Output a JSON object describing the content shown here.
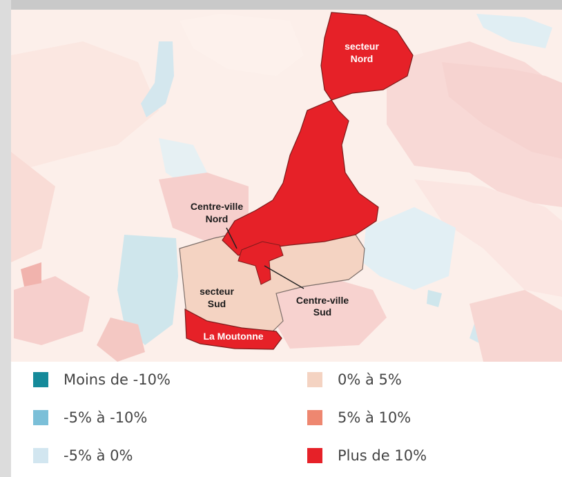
{
  "map": {
    "labels": {
      "secteur_nord": [
        "secteur",
        "Nord"
      ],
      "centre_ville_nord": [
        "Centre-ville",
        "Nord"
      ],
      "secteur_sud": [
        "secteur",
        "Sud"
      ],
      "centre_ville_sud": [
        "Centre-ville",
        "Sud"
      ],
      "la_moutonne": "La Moutonne"
    }
  },
  "legend": {
    "items": [
      {
        "label": "Moins de -10%",
        "color": "#158a9a"
      },
      {
        "label": "-5% à -10%",
        "color": "#7bbfd8"
      },
      {
        "label": "-5% à 0%",
        "color": "#d2e6f0"
      },
      {
        "label": "0% à 5%",
        "color": "#f4d3c2"
      },
      {
        "label": "5% à 10%",
        "color": "#ee8770"
      },
      {
        "label": "Plus de 10%",
        "color": "#e62128"
      }
    ]
  }
}
